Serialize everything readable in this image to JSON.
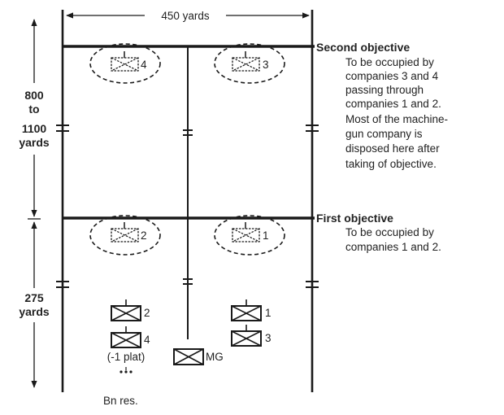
{
  "width_label": "450 yards",
  "depth_labels": {
    "upper": [
      "800",
      "to",
      "1100",
      "yards"
    ],
    "lower": [
      "275",
      "yards"
    ]
  },
  "second_objective": {
    "title": "Second objective",
    "lines": [
      "To be occupied by",
      "companies 3 and 4",
      "passing through",
      "companies 1 and 2.",
      "Most of the machine-",
      "gun company is",
      "disposed here after",
      "taking of objective."
    ]
  },
  "first_objective": {
    "title": "First objective",
    "lines": [
      "To be occupied by",
      "companies 1 and 2."
    ]
  },
  "units": {
    "obj2_left": "4",
    "obj2_right": "3",
    "obj1_left": "2",
    "obj1_right": "1",
    "start_left_top": "2",
    "start_left_bottom": "4",
    "start_left_note": "(-1 plat)",
    "start_right_top": "1",
    "start_right_bottom": "3",
    "mg": "MG"
  },
  "battalion_reserve": "Bn res."
}
